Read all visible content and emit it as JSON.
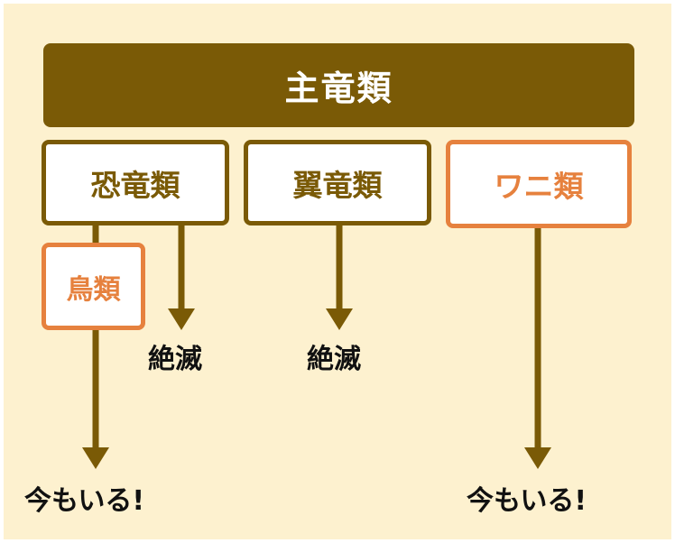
{
  "header": {
    "title": "主竜類"
  },
  "nodes": {
    "dinosaurs": "恐竜類",
    "pterosaurs": "翼竜類",
    "crocodiles": "ワニ類",
    "birds": "鳥類"
  },
  "outcomes": {
    "extinct_dinosaurs": "絶滅",
    "extinct_pterosaurs": "絶滅",
    "alive_birds": "今もいる!",
    "alive_crocodiles": "今もいる!"
  },
  "colors": {
    "brown": "#7a5a06",
    "orange": "#e6813e",
    "background": "#fdf1cf"
  }
}
